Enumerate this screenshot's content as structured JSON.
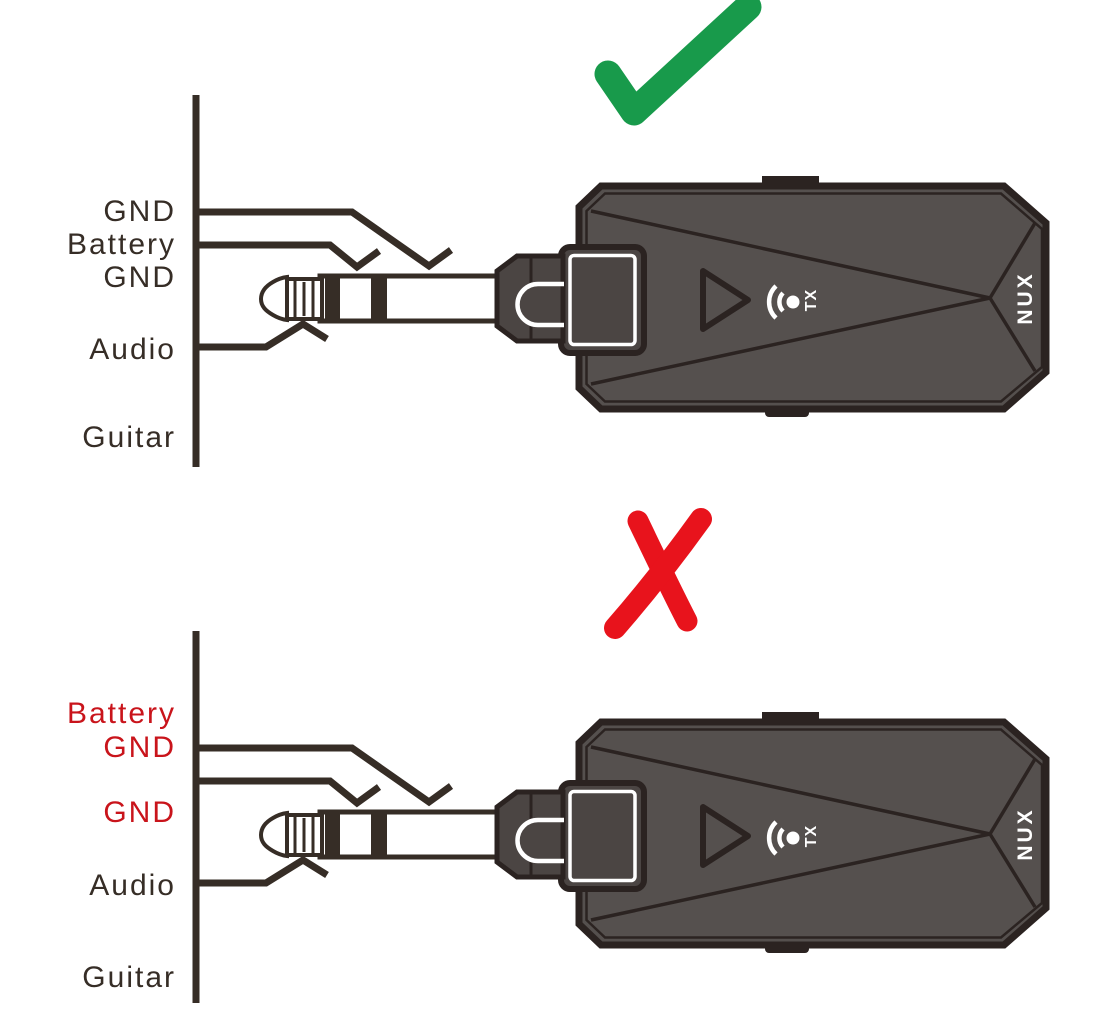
{
  "page": {
    "background": "#ffffff"
  },
  "colors": {
    "ink": "#362d26",
    "correct_green": "#189a4b",
    "wrong_red": "#e8131c",
    "wrong_label_red": "#c9141b",
    "device_body_gray": "#55504e",
    "device_dark": "#2b2321",
    "device_socket_gray": "#4b4543",
    "plug_white": "#ffffff"
  },
  "icons": {
    "correct": "check-icon",
    "wrong": "x-icon",
    "wifi": "wifi-signal-icon",
    "pair": "play-triangle-icon"
  },
  "correct_section": {
    "result": "correct",
    "wire_labels": {
      "sleeve": "GND",
      "ring_line1": "Battery",
      "ring_line2": "GND",
      "tip": "Audio",
      "source": "Guitar"
    },
    "transmitter": {
      "tx_label": "TX",
      "brand": "NUX"
    }
  },
  "wrong_section": {
    "result": "wrong",
    "wire_labels": {
      "sleeve_line1": "Battery",
      "sleeve_line2": "GND",
      "ring": "GND",
      "tip": "Audio",
      "source": "Guitar"
    },
    "transmitter": {
      "tx_label": "TX",
      "brand": "NUX"
    }
  }
}
